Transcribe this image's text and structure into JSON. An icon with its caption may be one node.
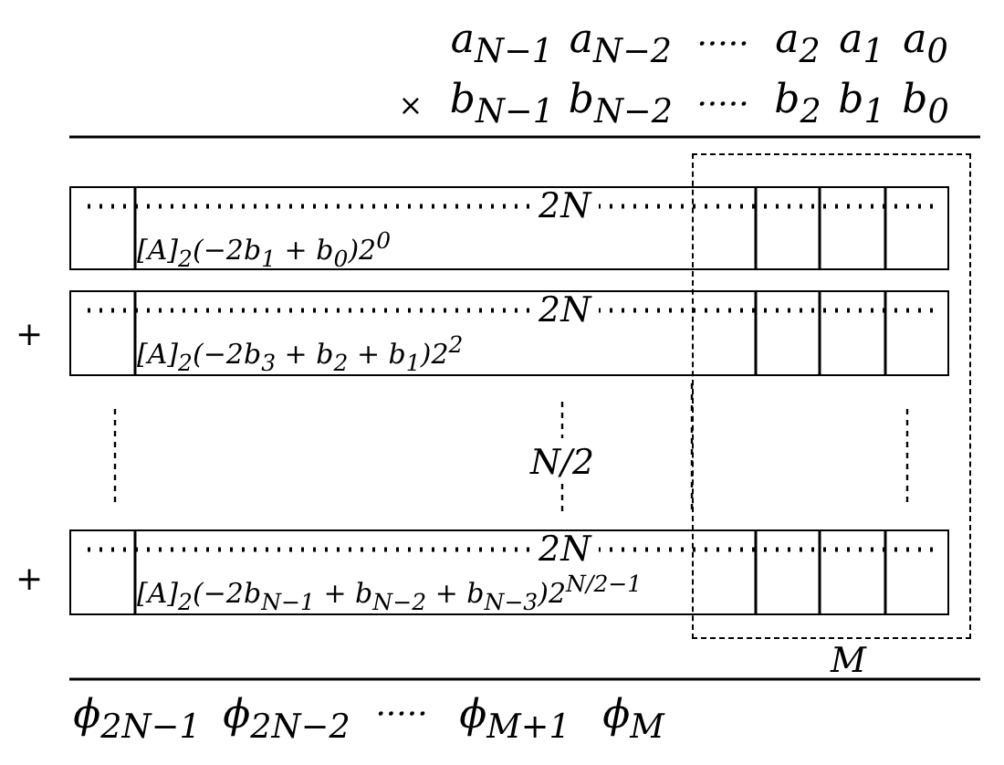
{
  "diagram": {
    "nodes": [
      {
        "text": [
          "2N",
          "[A]$_{2}$(−2b$_{1}$ + b$_{0}$)2$^{0}$"
        ]
      },
      {
        "text": [
          "2N",
          "[A]$_{2}$(−2b$_{3}$ + b$_{2}$ + b$_{1}$)2$^{2}$"
        ]
      },
      {
        "text": [
          "2N",
          "[A]$_{2}$(−2b$_{N−1}$ + b$_{N−2}$ + b$_{N−3}$)2$^{N/2−1}$"
        ]
      },
      {
        "text": [
          "M"
        ]
      }
    ],
    "edges": [],
    "labels": [
      "a$_{N−1}$",
      "a$_{N−2}$",
      "·····",
      "a$_{2}$",
      "a$_{1}$",
      "a$_{0}$",
      "×",
      "b$_{N−1}$",
      "b$_{N−2}$",
      "·····",
      "b$_{2}$",
      "b$_{1}$",
      "b$_{0}$",
      "+",
      "N/2",
      "+",
      "ϕ$_{2N−1}$",
      "ϕ$_{2N−2}$",
      "·····",
      "ϕ$_{M+1}$",
      "ϕ$_{M}$"
    ]
  }
}
